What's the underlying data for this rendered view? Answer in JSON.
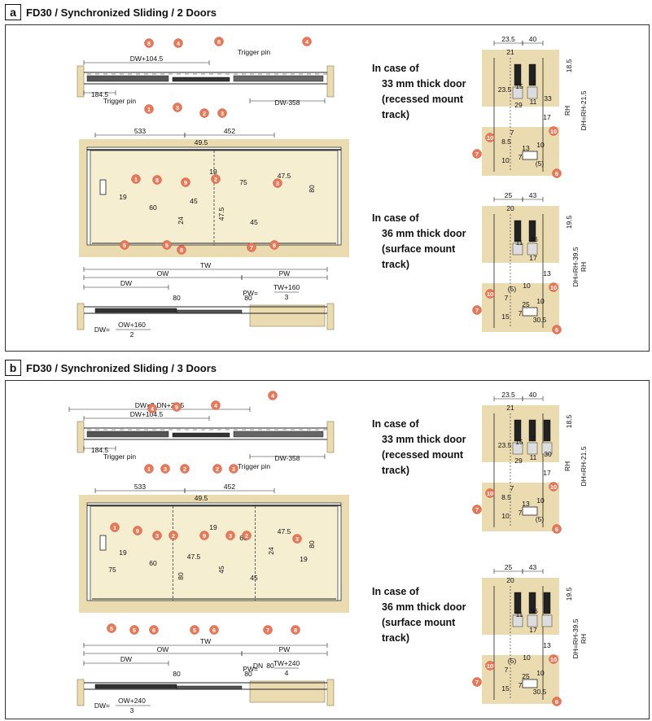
{
  "sections": [
    {
      "letter": "a",
      "title": "FD30 / Synchronized Sliding / 2 Doors",
      "top_view": {
        "dims": [
          "DW+104.5",
          "184.5",
          "Trigger pin",
          "Trigger pin",
          "DW-358"
        ]
      },
      "front_view": {
        "dims": [
          "533",
          "452",
          "49.5",
          "45",
          "47.5",
          "45",
          "47.5",
          "80",
          "19",
          "60",
          "24",
          "19",
          "75"
        ]
      },
      "bottom_view": {
        "labels": [
          "TW",
          "OW",
          "PW",
          "DW",
          "80",
          "80",
          "PW=",
          "TW+160",
          "3",
          "DW=",
          "OW+160",
          "2"
        ]
      },
      "callouts": [
        "8",
        "4",
        "8",
        "4",
        "1",
        "3",
        "2",
        "3",
        "1",
        "8",
        "2",
        "3",
        "9",
        "5",
        "5",
        "8",
        "7",
        "8"
      ],
      "cases": [
        {
          "lines": [
            "In case of",
            "33 mm thick door",
            "(recessed mount",
            "track)"
          ],
          "dims": [
            "23.5",
            "40",
            "21",
            "18.5",
            "8.5",
            "7",
            "7",
            "33",
            "DH=RH-21.5",
            "RH",
            "10",
            "10",
            "15",
            "11",
            "17",
            "7",
            "13",
            "(5)",
            "23.5",
            "29"
          ],
          "callouts": [
            "10",
            "10",
            "7",
            "6"
          ]
        },
        {
          "lines": [
            "In case of",
            "36 mm thick door",
            "(surface mount",
            "track)"
          ],
          "dims": [
            "25",
            "43",
            "20",
            "19.5",
            "7",
            "7",
            "36",
            "DH=RH-39.5",
            "RH",
            "10",
            "10",
            "15",
            "11",
            "17",
            "13",
            "(5)",
            "25",
            "30.5"
          ],
          "callouts": [
            "10",
            "10",
            "7",
            "6"
          ]
        }
      ]
    },
    {
      "letter": "b",
      "title": "FD30 / Synchronized Sliding / 3 Doors",
      "top_view": {
        "dims": [
          "DW×2-DN+24.5",
          "DW+104.5",
          "184.5",
          "Trigger pin",
          "Trigger pin",
          "DW-358"
        ]
      },
      "front_view": {
        "dims": [
          "533",
          "452",
          "49.5",
          "47.5",
          "45",
          "45",
          "47.5",
          "80",
          "19",
          "60",
          "80",
          "19",
          "60",
          "24",
          "19",
          "75"
        ]
      },
      "bottom_view": {
        "labels": [
          "TW",
          "OW",
          "PW",
          "DW",
          "80",
          "80",
          "DN",
          "80",
          "PW=",
          "TW+240",
          "4",
          "DW=",
          "OW+240",
          "3"
        ]
      },
      "callouts": [
        "4",
        "9",
        "4",
        "4",
        "1",
        "3",
        "2",
        "2",
        "3",
        "1",
        "9",
        "3",
        "2",
        "9",
        "3",
        "2",
        "3",
        "5",
        "5",
        "6",
        "5",
        "6",
        "7",
        "8"
      ],
      "cases": [
        {
          "lines": [
            "In case of",
            "33 mm thick door",
            "(recessed mount",
            "track)"
          ],
          "dims": [
            "23.5",
            "40",
            "21",
            "18.5",
            "8.5",
            "7",
            "7",
            "30",
            "DH=RH-21.5",
            "RH",
            "10",
            "10",
            "15",
            "11",
            "17",
            "7",
            "13",
            "(5)",
            "23.5",
            "29"
          ],
          "callouts": [
            "10",
            "10",
            "7",
            "6"
          ]
        },
        {
          "lines": [
            "In case of",
            "36 mm thick door",
            "(surface mount",
            "track)"
          ],
          "dims": [
            "25",
            "43",
            "20",
            "19.5",
            "7",
            "7",
            "36",
            "DH=RH-39.5",
            "RH",
            "10",
            "10",
            "15",
            "11",
            "17",
            "13",
            "(5)",
            "25",
            "30.5"
          ],
          "callouts": [
            "10",
            "10",
            "7",
            "6"
          ]
        }
      ]
    }
  ],
  "colors": {
    "callout": "#e8785a",
    "door_fill": "#f6eed0",
    "wall": "#eadbb0",
    "line": "#222222"
  }
}
